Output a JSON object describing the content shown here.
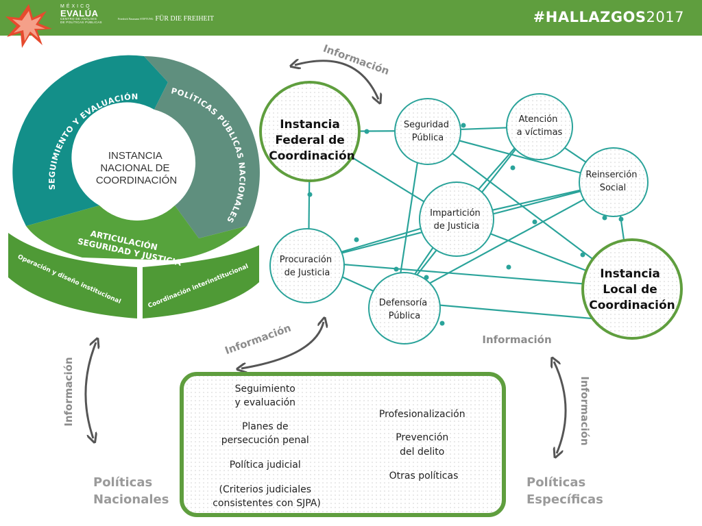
{
  "header": {
    "logo_top": "MÉXICO",
    "logo_name": "EVALÚA",
    "logo_sub1": "CENTRO DE ANÁLISIS",
    "logo_sub2": "DE POLÍTICAS PÚBLICAS",
    "partner_small": "Friedrich Naumann STIFTUNG",
    "partner_name": "FÜR DIE FREIHEIT",
    "hashtag": "#HALLAZGOS",
    "year": "2017"
  },
  "wheel": {
    "center": [
      "INSTANCIA",
      "NACIONAL DE",
      "COORDINACIÓN"
    ],
    "seg1": "SEGUIMIENTO Y EVALUACIÓN",
    "seg2": "POLÍTICAS PÚBLICAS NACIONALES",
    "seg3a": "ARTICULACIÓN",
    "seg3b": "SEGURIDAD Y JUSTICIA",
    "band_left": "Operación y diseño institucional",
    "band_right": "Coordinación interinstitucional"
  },
  "network": {
    "federal": [
      "Instancia",
      "Federal de",
      "Coordinación"
    ],
    "local": [
      "Instancia",
      "Local de",
      "Coordinación"
    ],
    "seguridad": [
      "Seguridad",
      "Pública"
    ],
    "atencion": [
      "Atención",
      "a víctimas"
    ],
    "reinsercion": [
      "Reinserción",
      "Social"
    ],
    "imparticion": [
      "Impartición",
      "de Justicia"
    ],
    "procuracion": [
      "Procuración",
      "de Justicia"
    ],
    "defensoria": [
      "Defensoría",
      "Pública"
    ]
  },
  "info_label": "Información",
  "policies": {
    "left": [
      "Seguimiento",
      "y evaluación",
      "Planes de",
      "persecución penal",
      "Política judicial",
      "(Criterios judiciales",
      "consistentes con SJPA)"
    ],
    "right": [
      "Profesionalización",
      "Prevención",
      "del delito",
      "Otras políticas"
    ]
  },
  "footer": {
    "nacionales": [
      "Políticas",
      "Nacionales"
    ],
    "especificas": [
      "Políticas",
      "Específicas"
    ]
  },
  "colors": {
    "header_green": "#5f9e3e",
    "teal": "#138f89",
    "sage": "#5f8f7e",
    "green": "#56a33c",
    "line_teal": "#2aa39a",
    "gray_text": "#9a9a9a"
  }
}
